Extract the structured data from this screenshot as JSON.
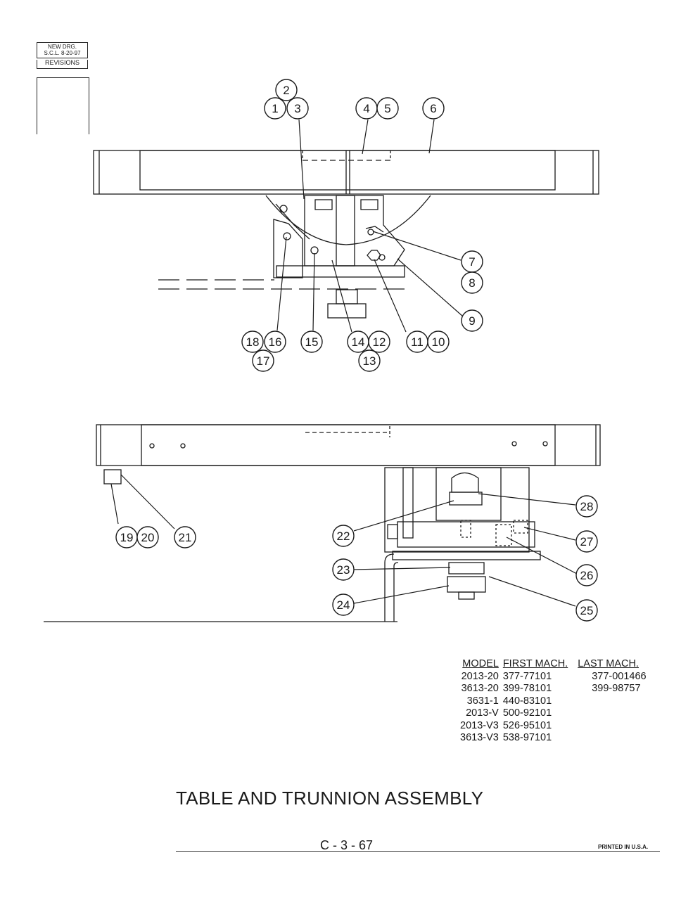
{
  "revision_block": {
    "new_drg": "NEW DRG.",
    "scl_date": "S.C.L.  8-20-97",
    "revisions": "REVISIONS"
  },
  "callouts": {
    "top": [
      "2",
      "1",
      "3",
      "4",
      "5",
      "6",
      "7",
      "8",
      "9",
      "18",
      "16",
      "17",
      "15",
      "14",
      "12",
      "13",
      "11",
      "10"
    ],
    "bottom": [
      "19",
      "20",
      "21",
      "22",
      "28",
      "27",
      "26",
      "23",
      "24",
      "25"
    ]
  },
  "model_table": {
    "headers": {
      "model": "MODEL",
      "first": "FIRST MACH.",
      "last": "LAST MACH."
    },
    "rows": [
      {
        "model": "2013-20",
        "first": "377-77101",
        "last": "377-001466"
      },
      {
        "model": "3613-20",
        "first": "399-78101",
        "last": "399-98757"
      },
      {
        "model": "3631-1",
        "first": "440-83101",
        "last": ""
      },
      {
        "model": "2013-V",
        "first": "500-92101",
        "last": ""
      },
      {
        "model": "2013-V3",
        "first": "526-95101",
        "last": ""
      },
      {
        "model": "3613-V3",
        "first": "538-97101",
        "last": ""
      }
    ]
  },
  "title": "TABLE AND TRUNNION ASSEMBLY",
  "page_number": "C - 3 - 67",
  "printed": "PRINTED IN U.S.A."
}
